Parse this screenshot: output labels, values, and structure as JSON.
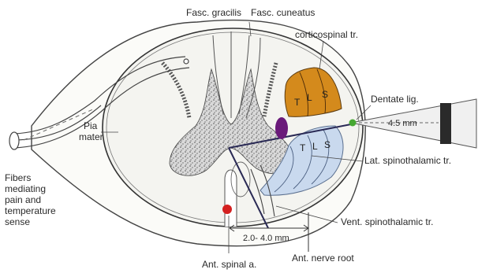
{
  "labels": {
    "fasc_gracilis": "Fasc. gracilis",
    "fasc_cuneatus": "Fasc. cuneatus",
    "corticospinal": "corticospinal tr.",
    "dentate": "Dentate lig.",
    "dentate_distance": "4.5 mm",
    "pia_line1": "Pia",
    "pia_line2": "mater",
    "lat_spinothalamic": "Lat. spinothalamic tr.",
    "vent_spinothalamic": "Vent. spinothalamic tr.",
    "ant_nerve_root": "Ant. nerve root",
    "ant_spinal": "Ant. spinal a.",
    "distance_range": "2.0- 4.0 mm",
    "fibers": [
      "Fibers",
      "mediating",
      "pain and",
      "temperature",
      "sense"
    ]
  },
  "tract_letters": {
    "corticospinal": [
      "T",
      "L",
      "S"
    ],
    "spinothalamic": [
      "T",
      "L",
      "S"
    ]
  },
  "colors": {
    "corticospinal_fill": "#d48a1c",
    "spinothalamic_fill": "#c9d9ee",
    "nucleus_fill": "#6a1a7a",
    "artery_fill": "#d42020",
    "ligament_fill": "#46a832",
    "cut_line": "#2a2a55"
  }
}
